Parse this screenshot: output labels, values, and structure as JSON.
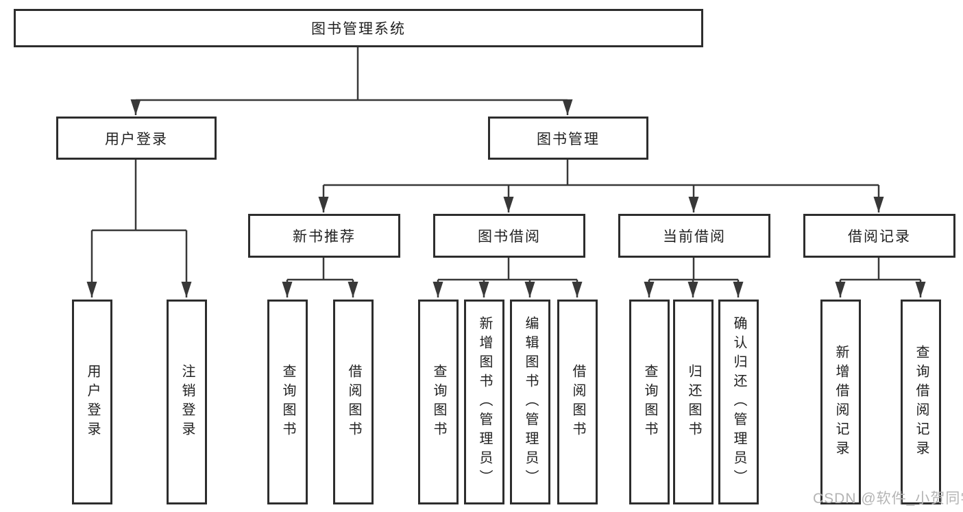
{
  "diagram": {
    "root": {
      "label": "图书管理系统"
    },
    "branches": [
      {
        "label": "用户登录",
        "leaves": [
          {
            "label": "用户登录"
          },
          {
            "label": "注销登录"
          }
        ]
      },
      {
        "label": "图书管理",
        "groups": [
          {
            "label": "新书推荐",
            "leaves": [
              {
                "label": "查询图书"
              },
              {
                "label": "借阅图书"
              }
            ]
          },
          {
            "label": "图书借阅",
            "leaves": [
              {
                "label": "查询图书"
              },
              {
                "label": "新增图书（管理员）"
              },
              {
                "label": "编辑图书（管理员）"
              },
              {
                "label": "借阅图书"
              }
            ]
          },
          {
            "label": "当前借阅",
            "leaves": [
              {
                "label": "查询图书"
              },
              {
                "label": "归还图书"
              },
              {
                "label": "确认归还（管理员）"
              }
            ]
          },
          {
            "label": "借阅记录",
            "leaves": [
              {
                "label": "新增借阅记录"
              },
              {
                "label": "查询借阅记录"
              }
            ]
          }
        ]
      }
    ]
  },
  "watermark": {
    "text": "CSDN @软件_小贺同学"
  },
  "colors": {
    "line": "#383838",
    "box_border": "#2d2d2d",
    "text": "#212121",
    "watermark": "#b4b4b4"
  }
}
